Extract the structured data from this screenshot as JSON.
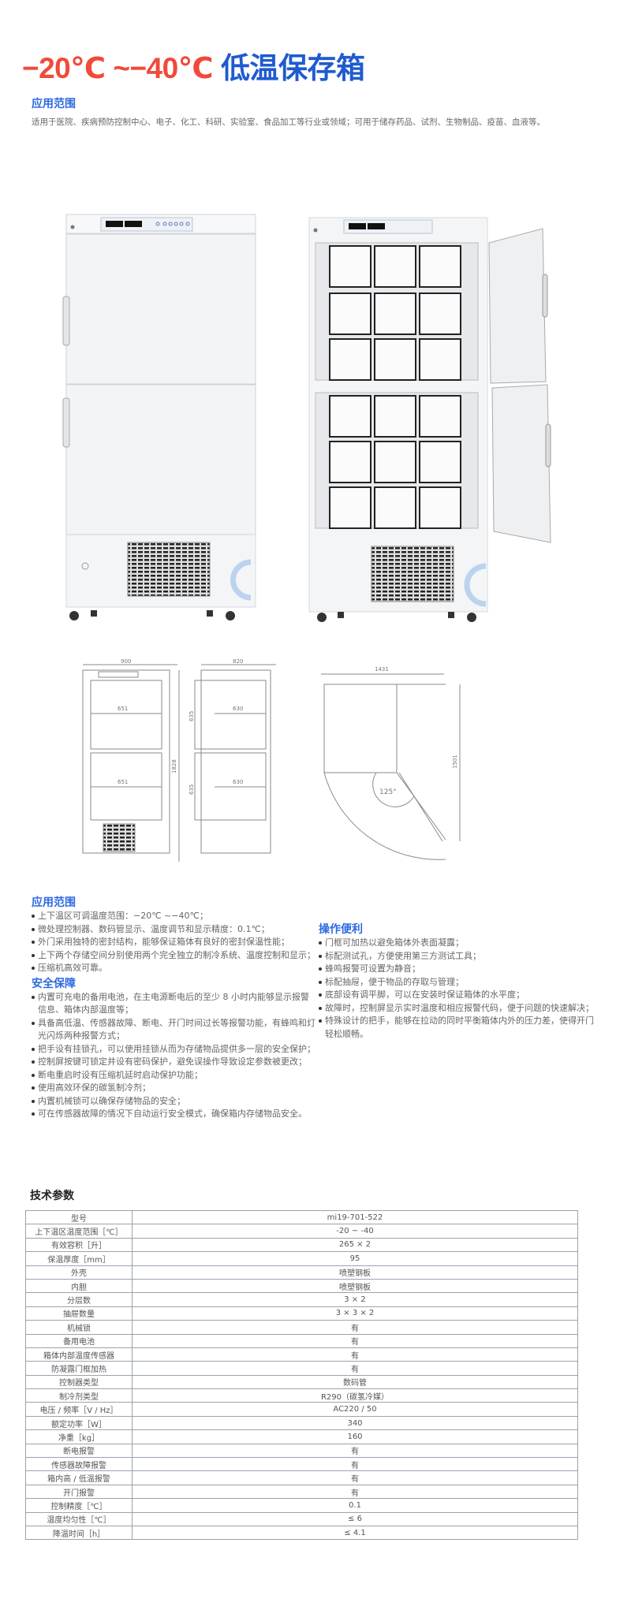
{
  "title": {
    "temp": "−20℃ ~−40℃",
    "name": "低温保存箱"
  },
  "intro": {
    "heading": "应用范围",
    "text": "适用于医院、疾病预防控制中心、电子、化工、科研、实验室、食品加工等行业或领域；可用于储存药品、试剂、生物制品、疫苗、血液等。"
  },
  "drawings": {
    "front_width": "900",
    "front_height": "1828",
    "front_shelf_upper": "651",
    "front_shelf_lower": "651",
    "side_depth": "820",
    "side_upper": "635",
    "side_lower": "635",
    "side_shelf_upper": "630",
    "side_shelf_lower": "630",
    "top_width": "1431",
    "top_depth": "1501",
    "door_angle": "125°"
  },
  "sections": {
    "application": {
      "heading": "应用范围",
      "items": [
        "上下温区可调温度范围：−20℃ ~−40℃；",
        "微处理控制器、数码管显示、温度调节和显示精度：0.1℃；",
        "外门采用独特的密封结构，能够保证箱体有良好的密封保温性能；",
        "上下两个存储空间分别使用两个完全独立的制冷系统、温度控制和显示；",
        "压缩机高效可靠。"
      ]
    },
    "safety": {
      "heading": "安全保障",
      "items": [
        "内置可充电的备用电池，在主电源断电后的至少 8 小时内能够显示报警信息、箱体内部温度等；",
        "具备高低温、传感器故障、断电、开门时间过长等报警功能，有蜂鸣和灯光闪烁两种报警方式；",
        "把手设有挂锁孔，可以使用挂锁从而为存储物品提供多一层的安全保护；",
        "控制屏按键可锁定并设有密码保护，避免误操作导致设定参数被更改；",
        "断电重启时设有压缩机延时启动保护功能；",
        "使用高效环保的碳氢制冷剂；",
        "内置机械锁可以确保存储物品的安全；",
        "可在传感器故障的情况下自动运行安全模式，确保箱内存储物品安全。"
      ]
    },
    "convenience": {
      "heading": "操作便利",
      "items": [
        "门框可加热以避免箱体外表面凝露；",
        "标配测试孔，方便使用第三方测试工具；",
        "蜂鸣报警可设置为静音；",
        "标配抽屉，便于物品的存取与管理；",
        "底部设有调平脚，可以在安装时保证箱体的水平度；",
        "故障时，控制屏显示实时温度和相应报警代码，便于问题的快速解决；",
        "特殊设计的把手，能够在拉动的同时平衡箱体内外的压力差，使得开门轻松顺畅。"
      ]
    }
  },
  "specs": {
    "heading": "技术参数",
    "rows": [
      [
        "型号",
        "mi19-701-522"
      ],
      [
        "上下温区温度范围［℃］",
        "-20 ~ -40"
      ],
      [
        "有效容积［升］",
        "265 × 2"
      ],
      [
        "保温厚度［mm］",
        "95"
      ],
      [
        "外壳",
        "喷塑钢板"
      ],
      [
        "内胆",
        "喷塑钢板"
      ],
      [
        "分层数",
        "3 × 2"
      ],
      [
        "抽屉数量",
        "3 × 3 × 2"
      ],
      [
        "机械锁",
        "有"
      ],
      [
        "备用电池",
        "有"
      ],
      [
        "箱体内部温度传感器",
        "有"
      ],
      [
        "防凝露门框加热",
        "有"
      ],
      [
        "控制器类型",
        "数码管"
      ],
      [
        "制冷剂类型",
        "R290（碳氢冷媒）"
      ],
      [
        "电压 / 频率［V / Hz］",
        "AC220 / 50"
      ],
      [
        "额定功率［W］",
        "340"
      ],
      [
        "净重［kg］",
        "160"
      ],
      [
        "断电报警",
        "有"
      ],
      [
        "传感器故障报警",
        "有"
      ],
      [
        "箱内高 / 低温报警",
        "有"
      ],
      [
        "开门报警",
        "有"
      ],
      [
        "控制精度［℃］",
        "0.1"
      ],
      [
        "温度均匀性［℃］",
        "≤ 6"
      ],
      [
        "降温时间［h］",
        "≤ 4.1"
      ]
    ]
  },
  "colors": {
    "title_red": "#f04a3a",
    "title_blue": "#1f5bd0",
    "heading_blue": "#2d6ae0"
  }
}
